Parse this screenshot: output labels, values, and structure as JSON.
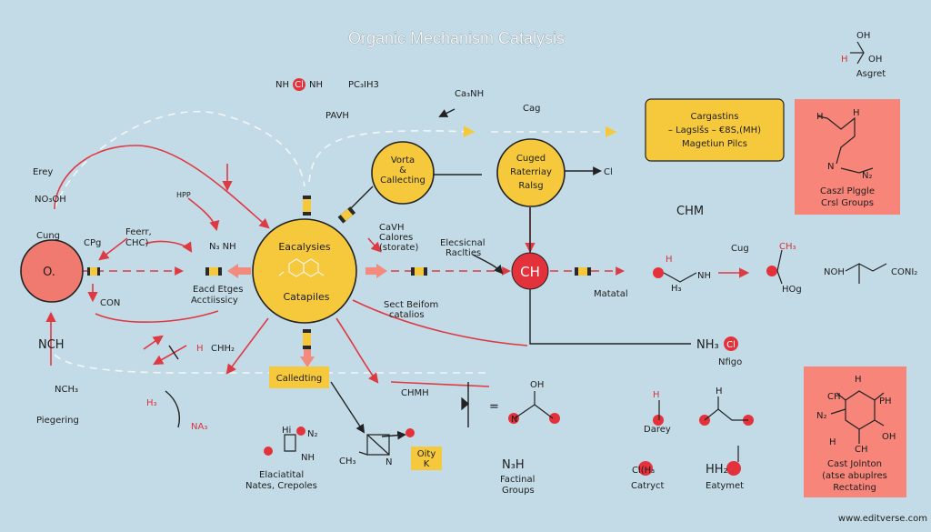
{
  "title": "Organic Mechanism Catalysis",
  "watermark": "www.editverse.com",
  "colors": {
    "background": "#c3dbe6",
    "yellow": "#f6c93c",
    "red": "#e3323b",
    "salmon": "#f7857a",
    "pink_node": "#f07a6f",
    "arrow_red": "#dd3a44",
    "dark": "#222222"
  },
  "labels": {
    "top_right_mol": "Asgret",
    "top_right_h": "H",
    "top_right_oh": "OH",
    "top_right_oh2": "OH",
    "nh_cl_nh": "NH",
    "nh_cl_left": "NH",
    "nh_cl_center": "Cl",
    "pc_h": "PC₃IH3",
    "pavh": "PAVH",
    "ca_nh": "Ca₃NH",
    "cag_top": "Cag",
    "erey": "Erey",
    "no_oh": "NO₃OH",
    "cung": "Cung",
    "node_o": "O.",
    "cpg": "CPg",
    "feerr": "Feerr,",
    "chc": "CHC)",
    "hpp": "HPP",
    "na_nh": "N₃ NH",
    "eacd": "Eacd Etges",
    "accvis": "Acctiissicy",
    "con": "CON",
    "nch": "NCH",
    "nch3": "NCH₃",
    "piegering": "Piegering",
    "h_chh": "CHH₂",
    "h_small": "H",
    "h3": "H₃",
    "na3": "NA₃",
    "center_top": "Eacalysies",
    "center_bottom": "Catapiles",
    "vorta_1": "Vorta",
    "vorta_2": "&",
    "vorta_3": "Callecting",
    "cuged_1": "Cuged",
    "cuged_2": "Raterriay",
    "cuged_3": "Ralsg",
    "cl_right": "Cl",
    "cavh": "CaVH",
    "calores": "Calores",
    "storate": "(storate)",
    "elec_1": "Elecsicnal",
    "elec_2": "Raclties",
    "sect_1": "Sect Beifom",
    "sect_2": "catalios",
    "ch_node": "CH",
    "matatal": "Matatal",
    "chm": "CHM",
    "cug": "Cug",
    "carg_1": "Cargastins",
    "carg_2": "– Lagslšs – €8S,(MH)",
    "carg_3": "Magetiun Pilcs",
    "caszl_1": "Caszl Plggle",
    "caszl_2": "Crsl Groups",
    "cast_1": "Cast Jolnton",
    "cast_2": "(atse abuplres",
    "cast_3": "Rectating",
    "calledting": "Calledting",
    "chmh": "CHMH",
    "nh_red": "NH₃",
    "nh_red_cl": "Cl",
    "nfgo": "Nfigo",
    "noh": "NOH",
    "conl": "CONI₂",
    "hog": "HOg",
    "h_mol": "H",
    "ch3_mol": "CH₃",
    "nh_small": "NH",
    "h3_mol": "H₃",
    "elec_mat_1": "Elaciatital",
    "elec_mat_2": "Nates, Crepoles",
    "ch3_bottom": "CH₃",
    "n_bottom": "N",
    "hi_n": "Hi",
    "n2": "N₂",
    "nh_b": "NH",
    "oity_1": "Oity",
    "oity_2": "K",
    "nh_center": "N₃H",
    "factinal_1": "Factinal",
    "factinal_2": "Groups",
    "equals": "=",
    "oh_center": "OH",
    "ch_center": "N",
    "darey": "Darey",
    "catryct": "Catryct",
    "eatymet": "Eatymet",
    "cih3": "Cl(H₃",
    "hh": "HH₂",
    "h_d": "H",
    "h_small2": "H"
  }
}
